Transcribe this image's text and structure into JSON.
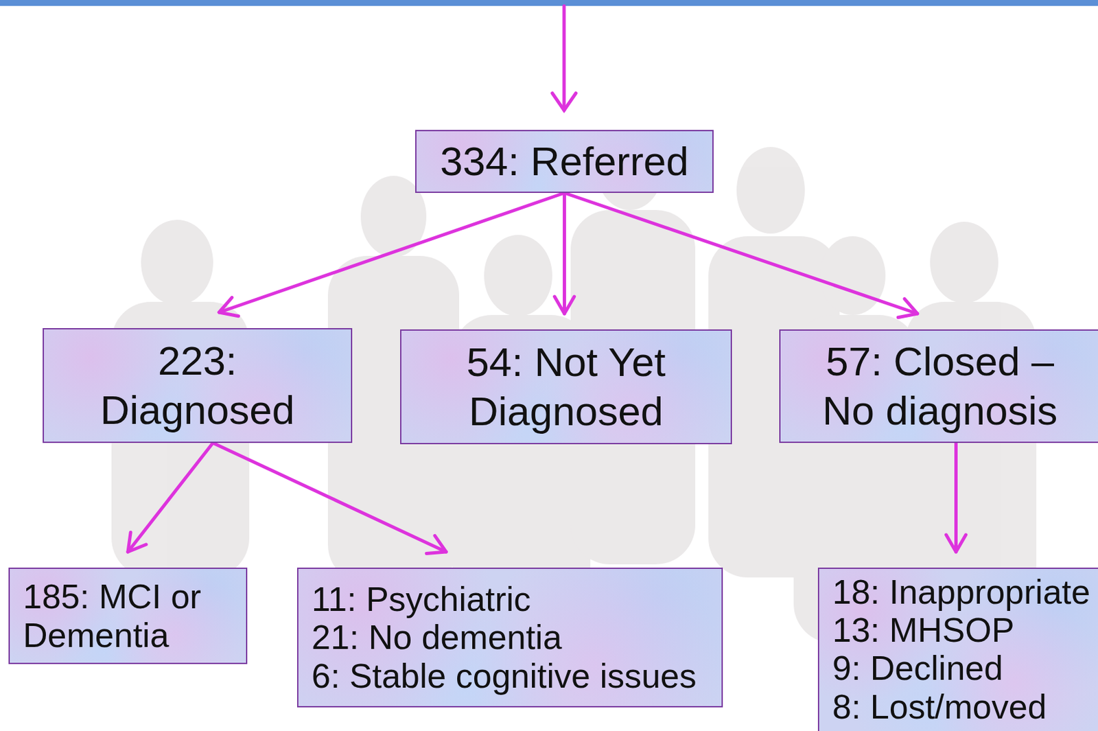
{
  "diagram": {
    "nodes": [
      {
        "text": [
          "334: Referred"
        ]
      },
      {
        "text": [
          "223: Diagnosed"
        ]
      },
      {
        "text": [
          "54: Not Yet Diagnosed"
        ]
      },
      {
        "text": [
          "57: Closed – No diagnosis"
        ]
      },
      {
        "text": [
          "185: MCI or Dementia"
        ]
      },
      {
        "text": [
          "11: Psychiatric",
          "21: No dementia",
          "6: Stable cognitive issues"
        ]
      },
      {
        "text": [
          "18: Inappropriate",
          "13: MHSOP",
          "9: Declined",
          "8: Lost/moved"
        ]
      }
    ],
    "edges": [
      {
        "from": 0,
        "to": 1,
        "arrow": "to"
      },
      {
        "from": 0,
        "to": 2,
        "arrow": "to"
      },
      {
        "from": 0,
        "to": 3,
        "arrow": "to"
      },
      {
        "from": 1,
        "to": 4,
        "arrow": "to"
      },
      {
        "from": 1,
        "to": 5,
        "arrow": "to"
      },
      {
        "from": 3,
        "to": 6,
        "arrow": "to"
      }
    ]
  }
}
